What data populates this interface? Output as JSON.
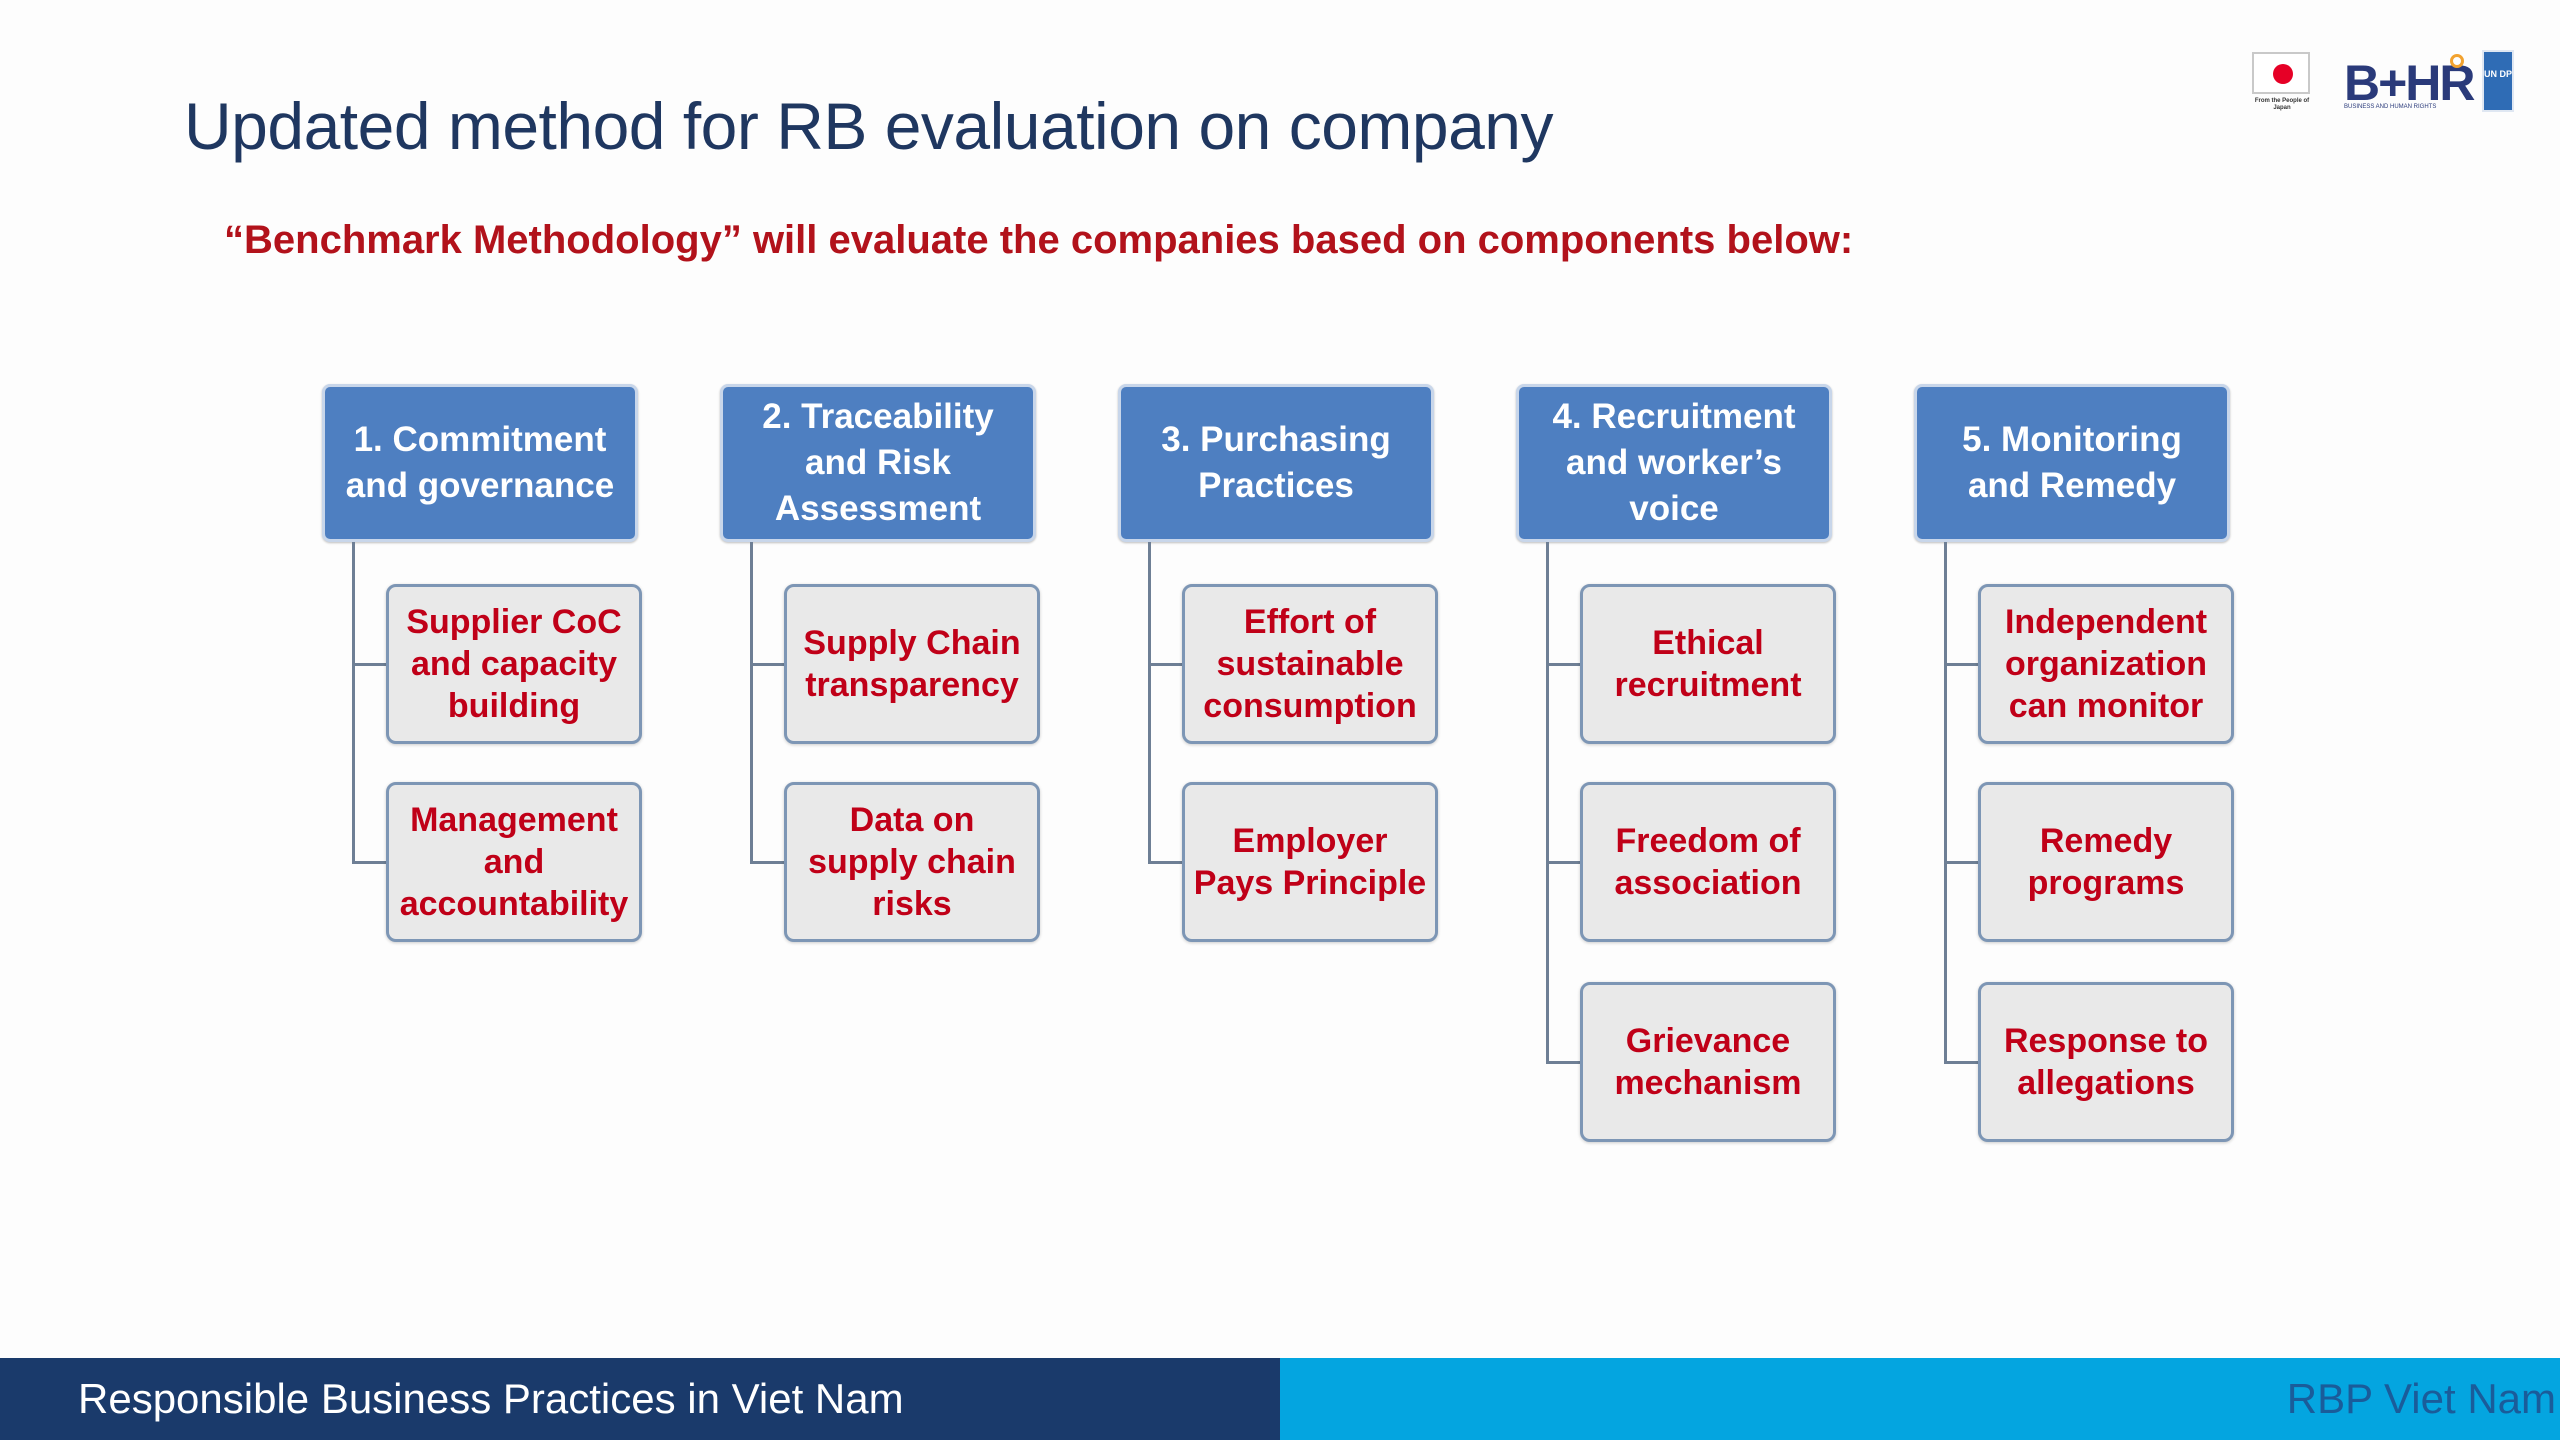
{
  "title": "Updated method for RB evaluation on company",
  "subtitle": "“Benchmark Methodology” will evaluate the companies based on components below:",
  "logos": {
    "japan_caption": "From the People of Japan",
    "bhr_word": "B+HR",
    "bhr_caption": "BUSINESS AND HUMAN RIGHTS",
    "undp": "UN DP"
  },
  "colors": {
    "title": "#1f3760",
    "subtitle": "#b2121b",
    "header_box": "#4e7fc1",
    "sub_box_fill": "#e9e9e9",
    "sub_box_text": "#c00018",
    "footer_left": "#1a3a6b",
    "footer_right": "#04a5e0"
  },
  "components": [
    {
      "label": "1. Commitment and governance",
      "items": [
        "Supplier CoC and capacity building",
        "Management and accountability"
      ]
    },
    {
      "label": "2. Traceability and Risk Assessment",
      "items": [
        "Supply Chain transparency",
        "Data on supply chain risks"
      ]
    },
    {
      "label": "3. Purchasing Practices",
      "items": [
        "Effort of sustainable consumption",
        "Employer Pays Principle"
      ]
    },
    {
      "label": "4. Recruitment and worker’s voice",
      "items": [
        "Ethical recruitment",
        "Freedom of association",
        "Grievance mechanism"
      ]
    },
    {
      "label": "5. Monitoring and Remedy",
      "items": [
        "Independent organization can monitor",
        "Remedy programs",
        "Response to allegations"
      ]
    }
  ],
  "footer": {
    "left": "Responsible Business Practices in Viet Nam",
    "right": "RBP Viet Nam"
  }
}
